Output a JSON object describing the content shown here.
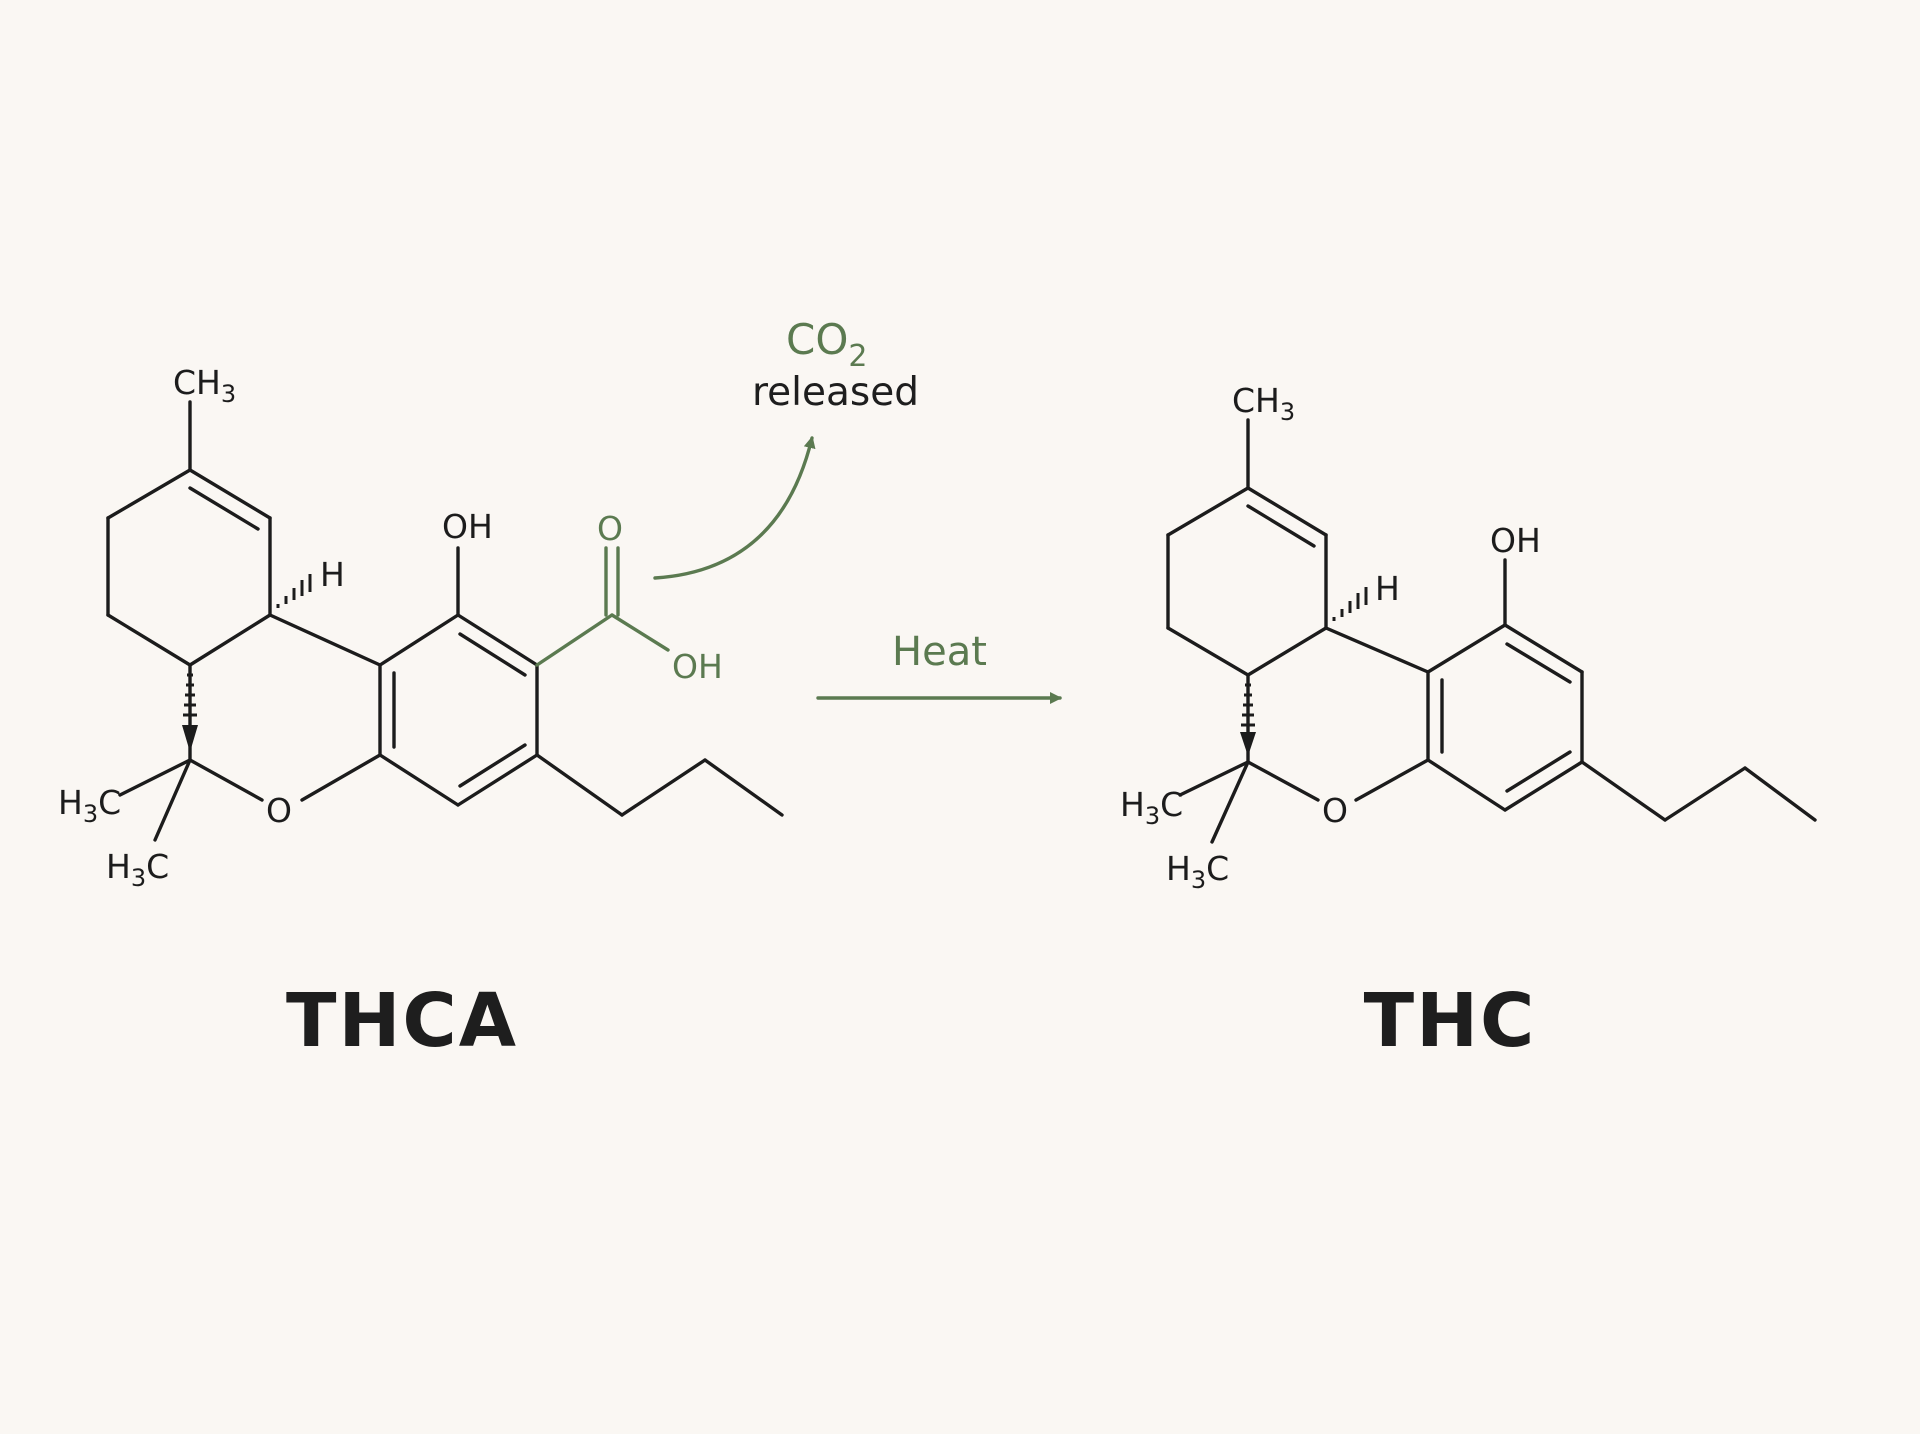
{
  "colors": {
    "background": "#faf7f3",
    "ink": "#1c1c1c",
    "accent": "#5b7a50"
  },
  "reaction": {
    "label": "Heat",
    "byproduct": {
      "formula": "CO",
      "subscript": "2",
      "note": "released"
    }
  },
  "molecules": [
    {
      "name": "THCA",
      "atoms": {
        "methyl_top": "CH",
        "methyl_top_sub": "3",
        "hydroxyl": "OH",
        "hydrogen": "H",
        "ring_oxygen": "O",
        "methyl_a": "H",
        "methyl_a_sub": "3",
        "methyl_a_end": "C",
        "methyl_b": "H",
        "methyl_b_sub": "3",
        "methyl_b_end": "C",
        "carbonyl_oxygen": "O",
        "acid_hydroxyl": "OH"
      }
    },
    {
      "name": "THC",
      "atoms": {
        "methyl_top": "CH",
        "methyl_top_sub": "3",
        "hydroxyl": "OH",
        "hydrogen": "H",
        "ring_oxygen": "O",
        "methyl_a": "H",
        "methyl_a_sub": "3",
        "methyl_a_end": "C",
        "methyl_b": "H",
        "methyl_b_sub": "3",
        "methyl_b_end": "C"
      }
    }
  ]
}
